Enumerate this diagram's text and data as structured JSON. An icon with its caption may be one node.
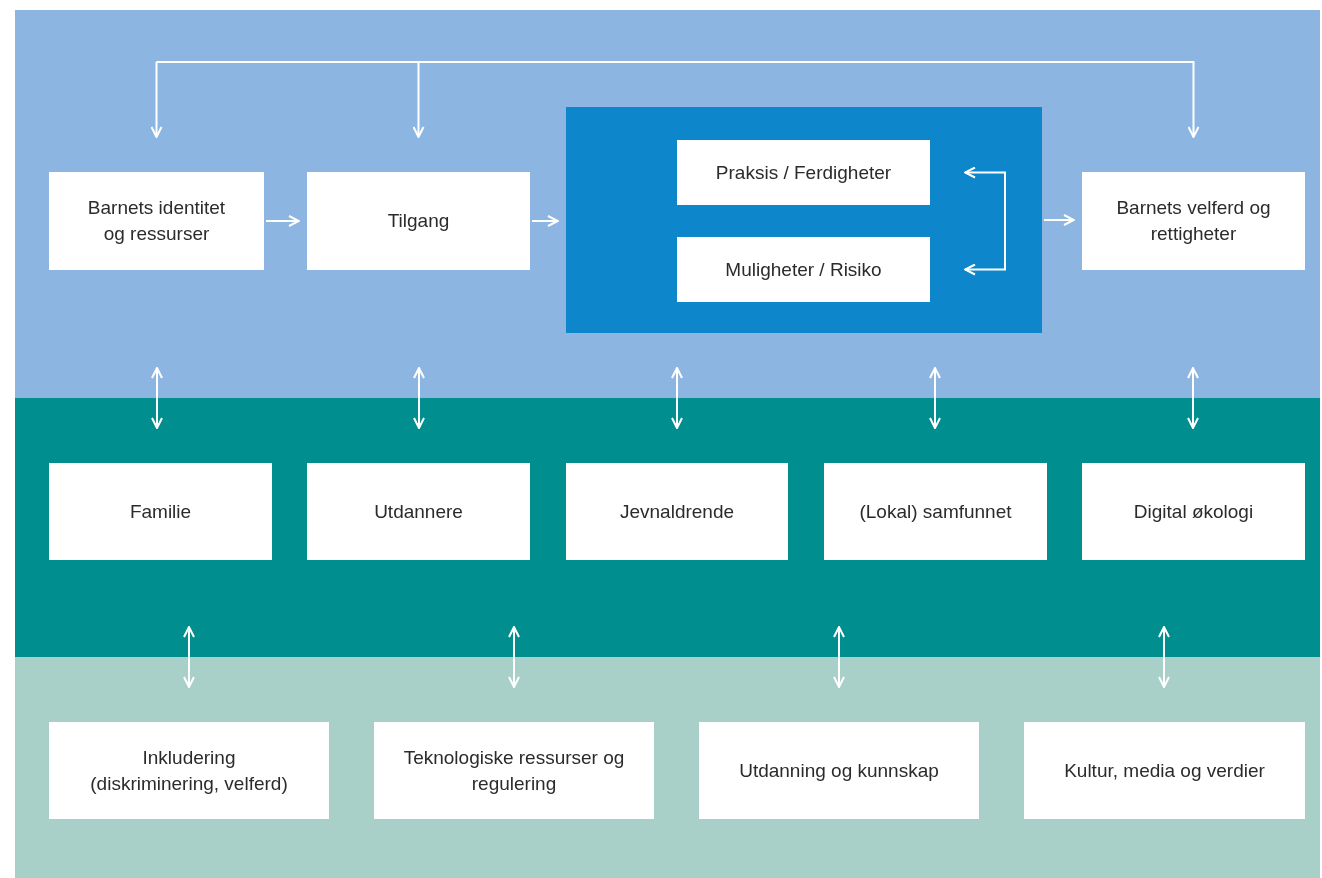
{
  "diagram": {
    "nodes": [
      {
        "text": [],
        "shape": "band"
      },
      {
        "text": [
          "Barnets identitet og ressurser"
        ],
        "in": 0
      },
      {
        "text": [
          "Tilgang"
        ],
        "in": 0
      },
      {
        "text": [],
        "shape": "box",
        "in": 0
      },
      {
        "text": [
          "Praksis / Ferdigheter"
        ],
        "in": 3
      },
      {
        "text": [
          "Muligheter / Risiko"
        ],
        "in": 3
      },
      {
        "text": [
          "Barnets velferd og rettigheter"
        ],
        "in": 0
      },
      {
        "text": [],
        "shape": "band"
      },
      {
        "text": [
          "Familie"
        ],
        "in": 7
      },
      {
        "text": [
          "Utdannere"
        ],
        "in": 7
      },
      {
        "text": [
          "Jevnaldrende"
        ],
        "in": 7
      },
      {
        "text": [
          "(Lokal) samfunnet"
        ],
        "in": 7
      },
      {
        "text": [
          "Digital økologi"
        ],
        "in": 7
      },
      {
        "text": [],
        "shape": "band"
      },
      {
        "text": [
          "Inkludering (diskriminering, velferd)"
        ],
        "in": 13
      },
      {
        "text": [
          "Teknologiske ressurser og regulering"
        ],
        "in": 13
      },
      {
        "text": [
          "Utdanning og kunnskap"
        ],
        "in": 13
      },
      {
        "text": [
          "Kultur, media og verdier"
        ],
        "in": 13
      }
    ],
    "edges": [
      {
        "from": null,
        "to": 1,
        "arrow": "to"
      },
      {
        "from": null,
        "to": 2,
        "arrow": "to"
      },
      {
        "from": null,
        "to": 6,
        "arrow": "to"
      },
      {
        "from": 1,
        "to": 2,
        "arrow": "to"
      },
      {
        "from": 2,
        "to": 3,
        "arrow": "to"
      },
      {
        "from": 3,
        "to": 6,
        "arrow": "to"
      },
      {
        "from": 4,
        "to": 5,
        "arrow": "both"
      },
      {
        "from": 0,
        "to": 7,
        "arrow": "both"
      },
      {
        "from": 0,
        "to": 7,
        "arrow": "both"
      },
      {
        "from": 0,
        "to": 7,
        "arrow": "both"
      },
      {
        "from": 0,
        "to": 7,
        "arrow": "both"
      },
      {
        "from": 0,
        "to": 7,
        "arrow": "both"
      },
      {
        "from": 7,
        "to": 13,
        "arrow": "both"
      },
      {
        "from": 7,
        "to": 13,
        "arrow": "both"
      },
      {
        "from": 7,
        "to": 13,
        "arrow": "both"
      },
      {
        "from": 7,
        "to": 13,
        "arrow": "both"
      }
    ]
  }
}
